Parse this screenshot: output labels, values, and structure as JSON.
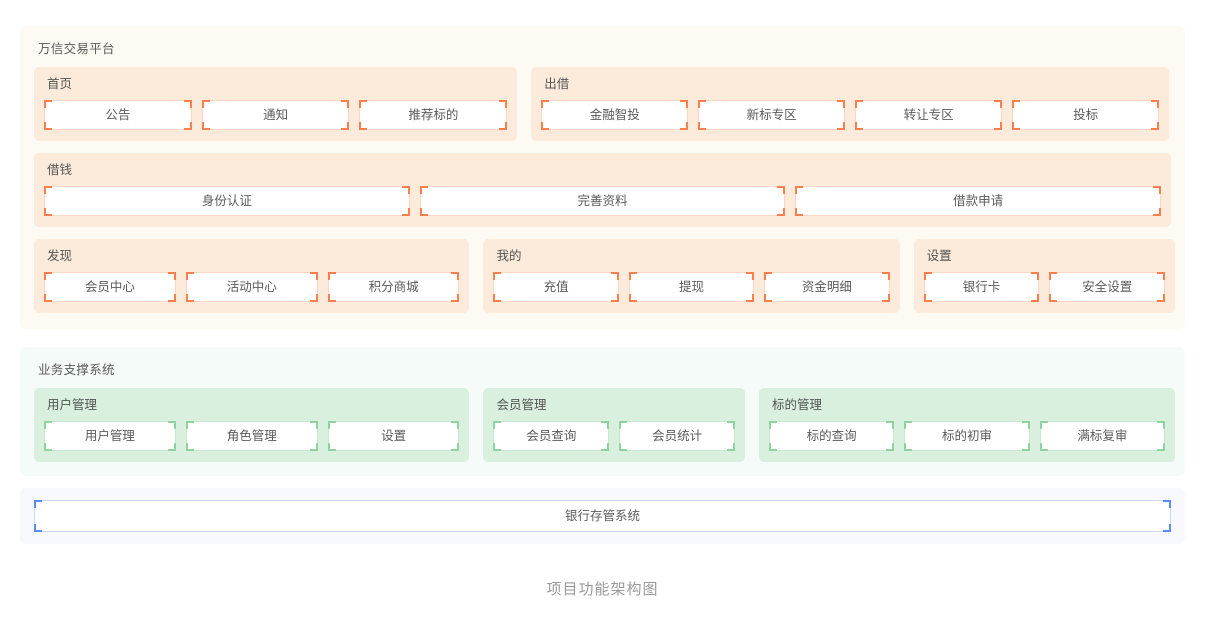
{
  "caption": "项目功能架构图",
  "systems": [
    {
      "id": "trading-platform",
      "title": "万信交易平台",
      "theme": "orange",
      "rows": [
        {
          "groups": [
            {
              "id": "home",
              "title": "首页",
              "width_pct": 42.5,
              "buttons": [
                "公告",
                "通知",
                "推荐标的"
              ]
            },
            {
              "id": "lending",
              "title": "出借",
              "width_pct": 56.1,
              "buttons": [
                "金融智投",
                "新标专区",
                "转让专区",
                "投标"
              ]
            }
          ]
        },
        {
          "groups": [
            {
              "id": "borrow",
              "title": "借钱",
              "width_pct": 100,
              "buttons": [
                "身份认证",
                "完善资料",
                "借款申请"
              ]
            }
          ]
        },
        {
          "groups": [
            {
              "id": "discover",
              "title": "发现",
              "width_pct": 38.3,
              "buttons": [
                "会员中心",
                "活动中心",
                "积分商城"
              ]
            },
            {
              "id": "mine",
              "title": "我的",
              "width_pct": 36.6,
              "buttons": [
                "充值",
                "提现",
                "资金明细"
              ]
            },
            {
              "id": "settings",
              "title": "设置",
              "width_pct": 23.0,
              "buttons": [
                "银行卡",
                "安全设置"
              ]
            }
          ]
        }
      ]
    },
    {
      "id": "business-support",
      "title": "业务支撑系统",
      "theme": "green",
      "rows": [
        {
          "groups": [
            {
              "id": "user-management",
              "title": "用户管理",
              "width_pct": 38.3,
              "buttons": [
                "用户管理",
                "角色管理",
                "设置"
              ]
            },
            {
              "id": "member-management",
              "title": "会员管理",
              "width_pct": 23.0,
              "buttons": [
                "会员查询",
                "会员统计"
              ]
            },
            {
              "id": "target-management",
              "title": "标的管理",
              "width_pct": 36.6,
              "buttons": [
                "标的查询",
                "标的初审",
                "满标复审"
              ]
            }
          ]
        }
      ]
    }
  ],
  "bank_band": {
    "id": "bank-custody",
    "theme": "blue",
    "buttons": [
      "银行存管系统"
    ]
  },
  "colors": {
    "orange_panel_bg": "#fdfaf3",
    "orange_group_bg": "#fceada",
    "orange_accent": "#f97f4f",
    "orange_border": "#fbd6c0",
    "green_panel_bg": "#f5fbf8",
    "green_group_bg": "#d8f0dd",
    "green_accent": "#8fd3a0",
    "green_border": "#c9e8d0",
    "blue_panel_bg": "#f7f9fe",
    "blue_accent": "#5b8def",
    "blue_border": "#c9d9f7",
    "title_text": "#5a5a5a",
    "button_text": "#5b5b5b",
    "caption_text": "#9b9b9b"
  }
}
